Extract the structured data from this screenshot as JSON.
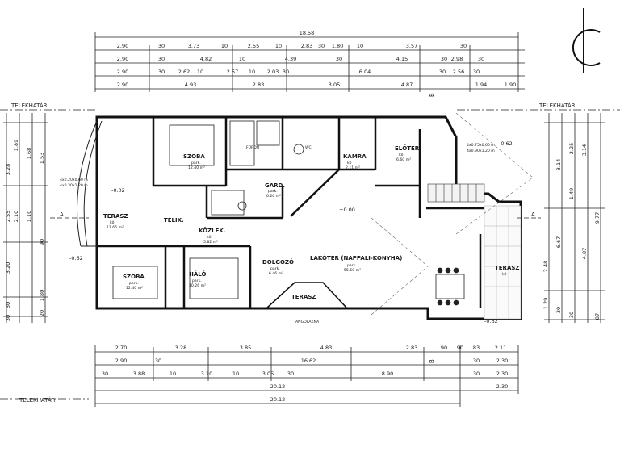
{
  "boundary_label": "TELEKHATÁR",
  "top_dims": {
    "overall": "18.58",
    "rows": [
      [
        "2.90",
        "30",
        "3.73",
        "10",
        "2.55",
        "10",
        "2.83",
        "30",
        "1.80",
        "10",
        "3.57",
        "30"
      ],
      [
        "2.90",
        "30",
        "4.82",
        "10",
        "4.39",
        "30",
        "4.15",
        "30",
        "2.98",
        "30"
      ],
      [
        "2.90",
        "30",
        "2.62",
        "10",
        "2.57",
        "10",
        "2.03",
        "30",
        "6.04",
        "30",
        "2.56",
        "30"
      ],
      [
        "2.90",
        "4.93",
        "2.83",
        "3.05",
        "4.87",
        "1.94",
        "1.90"
      ]
    ]
  },
  "bottom_dims": {
    "rows": [
      [
        "2.70",
        "3.28",
        "3.85",
        "4.83",
        "2.83",
        "90",
        "90",
        "83",
        "2.11"
      ],
      [
        "2.90",
        "30",
        "16.62",
        "30",
        "2.30"
      ],
      [
        "30",
        "3.88",
        "10",
        "3.20",
        "10",
        "3.05",
        "30",
        "8.90",
        "30",
        "2.30"
      ],
      [
        "20.12",
        "2.30"
      ],
      [
        "20.12"
      ]
    ]
  },
  "left_dims": [
    "1.53",
    "1.68",
    "1.89",
    "3.28",
    "2.55",
    "1.10",
    "2.10",
    "90",
    "3.20",
    "1.80",
    "20",
    "30",
    "30"
  ],
  "right_dims": [
    "3.14",
    "2.25",
    "1.49",
    "3.14",
    "9.77",
    "6.67",
    "2.48",
    "4.87",
    "1.29",
    "30",
    "30",
    "87"
  ],
  "rooms": [
    {
      "name": "SZOBA",
      "sub": "park.",
      "area": "12.40 m²"
    },
    {
      "name": "FÜRDŐ",
      "sub": "",
      "area": ""
    },
    {
      "name": "WC",
      "sub": "",
      "area": ""
    },
    {
      "name": "KAMRA",
      "sub": "kő",
      "area": "2.11 m²"
    },
    {
      "name": "ELŐTÉR",
      "sub": "kő",
      "area": "6.60 m²"
    },
    {
      "name": "GARD.",
      "sub": "park.",
      "area": "6.26 m²"
    },
    {
      "name": "TÉLIK.",
      "sub": "",
      "area": ""
    },
    {
      "name": "KÖZLEK.",
      "sub": "kő",
      "area": "5.82 m²"
    },
    {
      "name": "TERASZ",
      "sub": "kő",
      "area": "11.65 m²"
    },
    {
      "name": "SZOBA",
      "sub": "park.",
      "area": "12.40 m²"
    },
    {
      "name": "HÁLÓ",
      "sub": "park.",
      "area": "10.26 m²"
    },
    {
      "name": "DOLGOZÓ",
      "sub": "park.",
      "area": "6.46 m²"
    },
    {
      "name": "LAKÓTÉR (NAPPALI-KONYHA)",
      "sub": "park.",
      "area": "55.60 m²"
    },
    {
      "name": "TERASZ",
      "sub": "",
      "area": ""
    },
    {
      "name": "TERASZ",
      "sub": "kő",
      "area": ""
    }
  ],
  "notes": {
    "window_left": "4x0.20x0.60 m",
    "window_left2": "4x0.30x1.20 m",
    "window_right": "4x0.75x0.60 m",
    "window_right2": "4x0.90x1.20 m",
    "level_zero": "±0.00",
    "level_minus": "-0.62",
    "level_minus_left": "-0.62",
    "level_minus_right": "-0.62",
    "level_terrace": "-0.02",
    "light_well": "ANGOLAKNA",
    "section_a": "A",
    "section_b": "B"
  }
}
